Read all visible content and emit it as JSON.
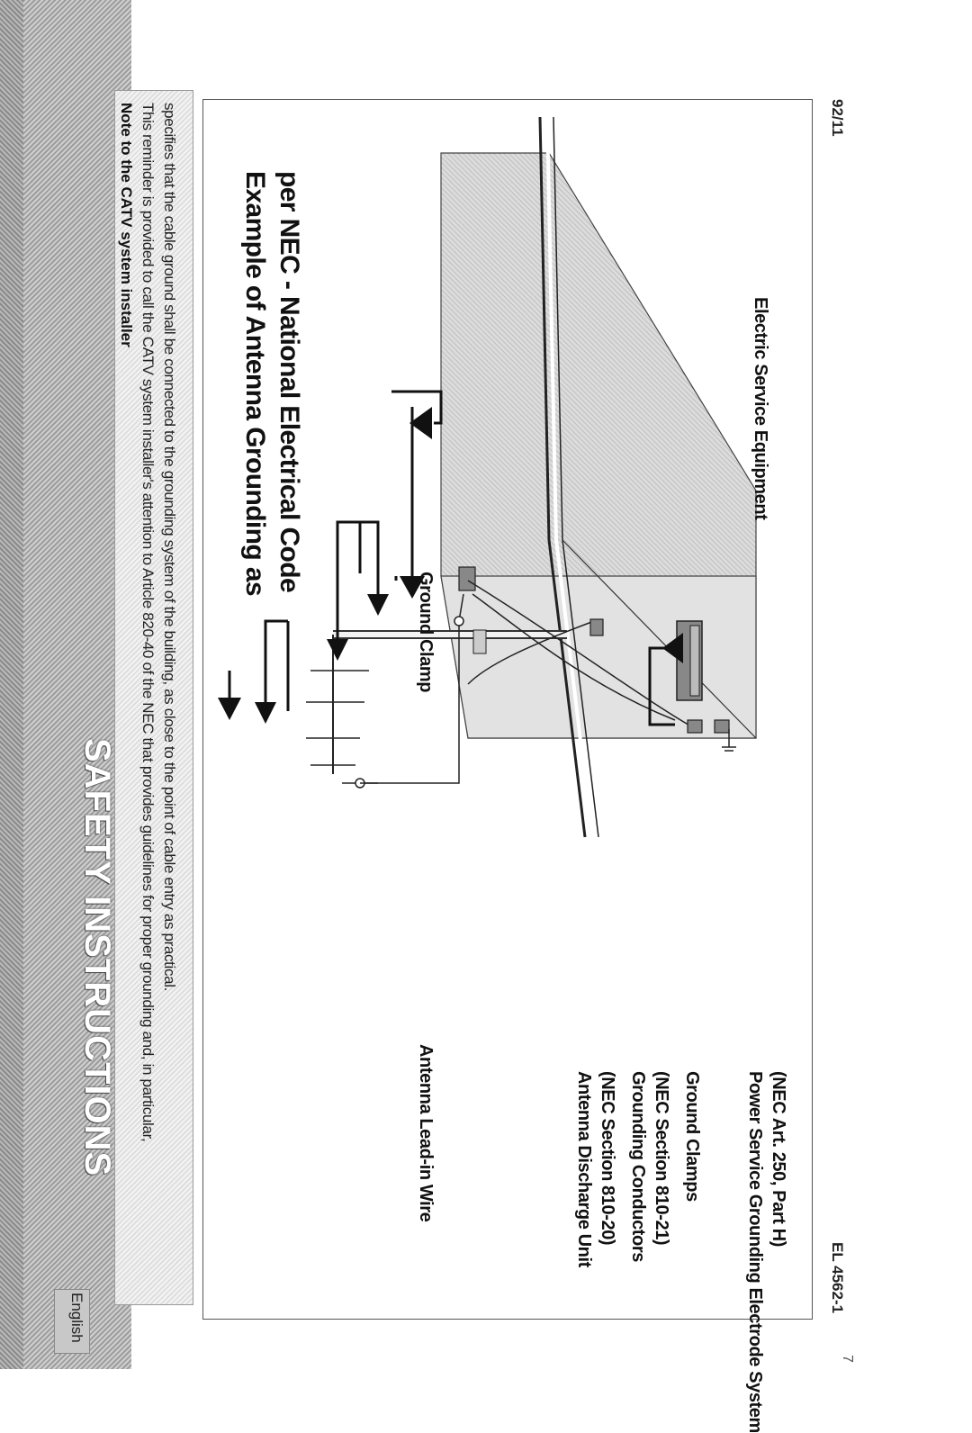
{
  "banner": {
    "title": "SAFETY INSTRUCTIONS",
    "language_tab": "English"
  },
  "note": {
    "title": "Note to the CATV system installer",
    "line1": "This reminder is provided to call the CATV system installer's attention to Article 820-40 of the NEC that provides guidelines for proper grounding and, in particular,",
    "line2": "specifies that the cable ground shall be connected to the grounding system of the building, as close to the point of cable entry as practical."
  },
  "diagram": {
    "heading_line1": "Example of Antenna Grounding as",
    "heading_line2": "per NEC - National Electrical Code",
    "labels": {
      "ground_clamp": "Ground Clamp",
      "electric_service_equipment": "Electric Service Equipment",
      "antenna_lead_in_wire": "Antenna Lead-in Wire",
      "antenna_discharge_unit": "Antenna Discharge Unit",
      "nec_section_810_20": "(NEC Section 810-20)",
      "grounding_conductors": "Grounding Conductors",
      "nec_section_810_21": "(NEC Section 810-21)",
      "ground_clamps": "Ground Clamps",
      "power_service_grounding": "Power Service Grounding Electrode System",
      "nec_art_250": "(NEC Art. 250, Part H)"
    },
    "colors": {
      "wall_fill": "#d9d9d9",
      "line": "#111111"
    }
  },
  "footer": {
    "left": "92/11",
    "right": "EL 4562-1",
    "page_mark": "7"
  }
}
